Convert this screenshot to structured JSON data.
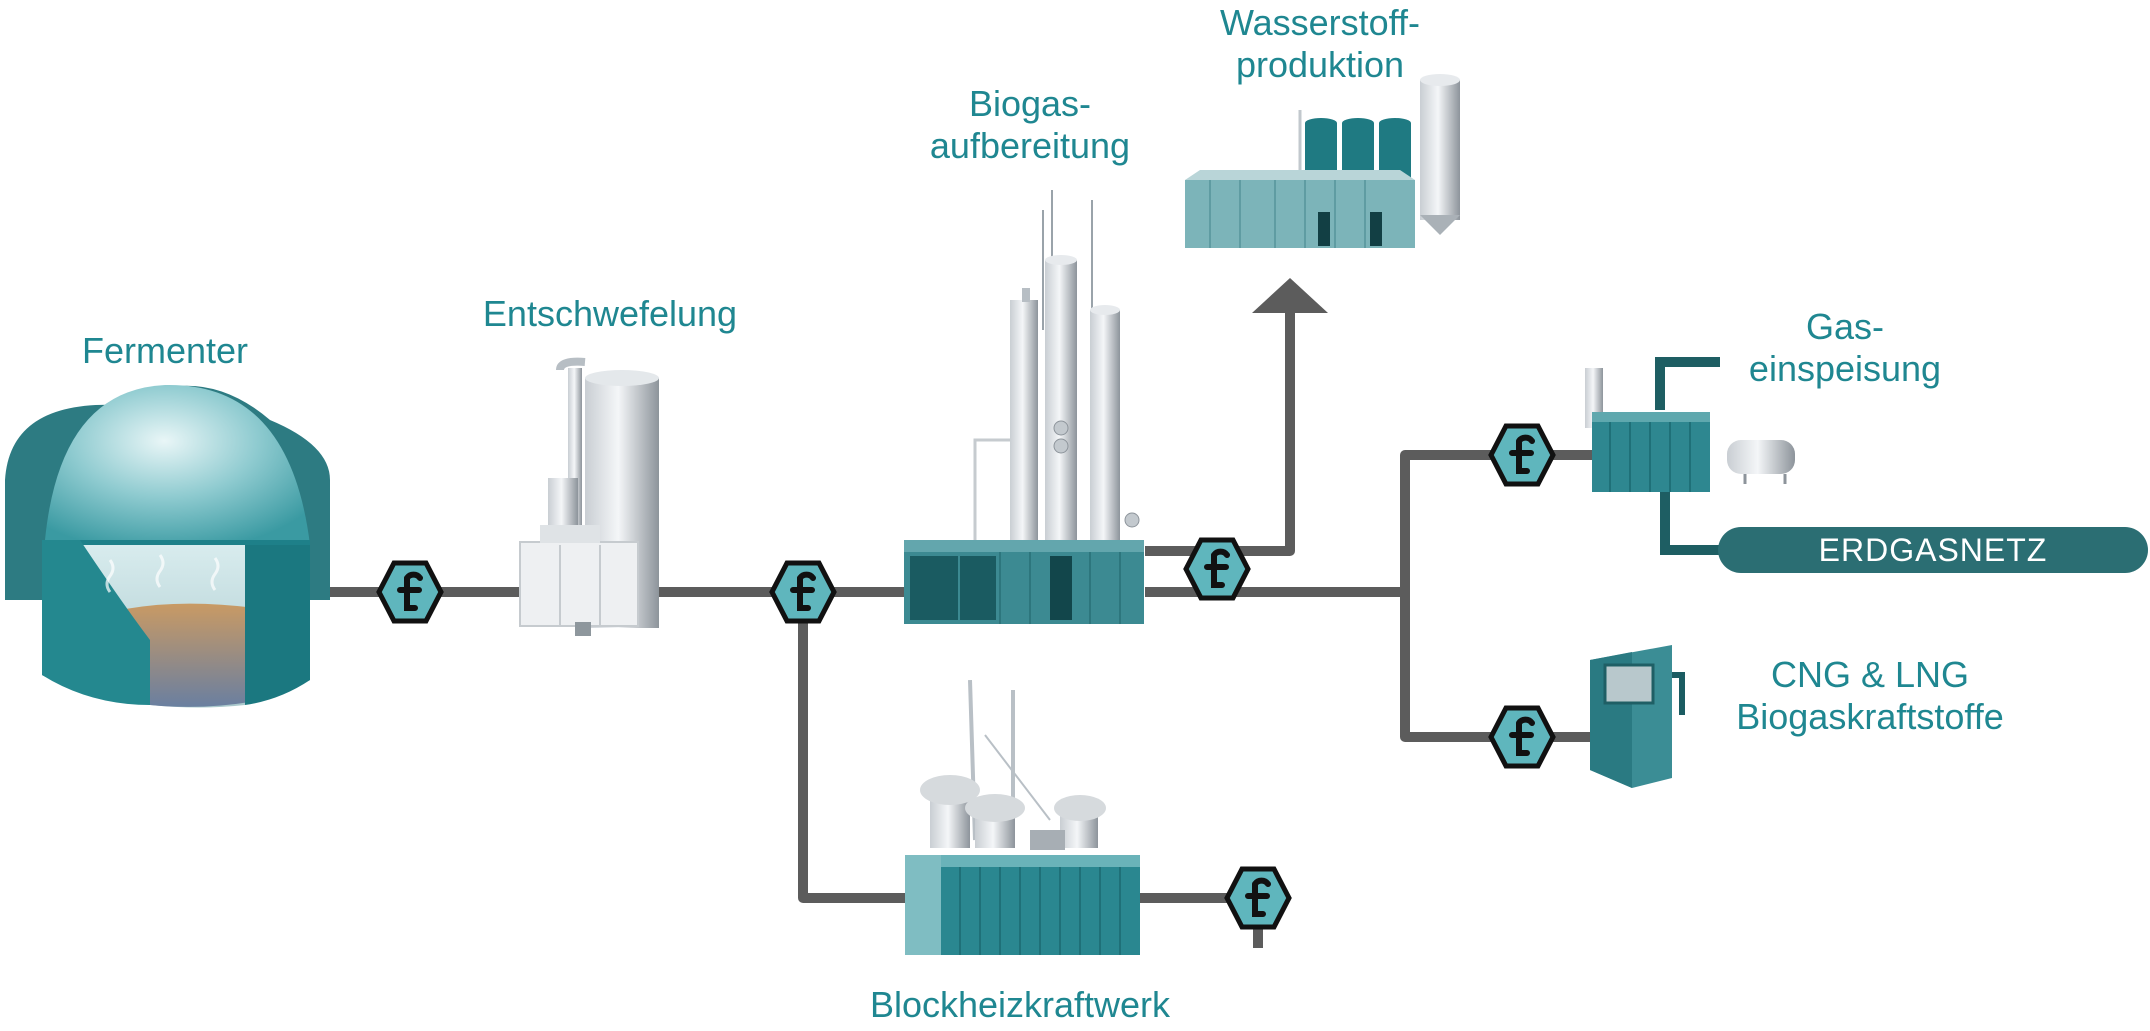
{
  "labels": {
    "fermenter": "Fermenter",
    "entschwefelung": "Entschwefelung",
    "biogas_line1": "Biogas-",
    "biogas_line2": "aufbereitung",
    "wasserstoff_line1": "Wasserstoff-",
    "wasserstoff_line2": "produktion",
    "gas_line1": "Gas-",
    "gas_line2": "einspeisung",
    "grid": "ERDGASNETZ",
    "cng_line1": "CNG & LNG",
    "cng_line2": "Biogaskraftstoffe",
    "bhkw": "Blockheizkraftwerk"
  },
  "colors": {
    "pipe": "#5c5c5c",
    "teal_dark": "#1b6f77",
    "teal": "#2f8c94",
    "teal_light": "#5fb6bd",
    "label": "#1f8791",
    "grid_pill": "#2b6e73"
  },
  "meter_icon": "flow-meter-icon"
}
